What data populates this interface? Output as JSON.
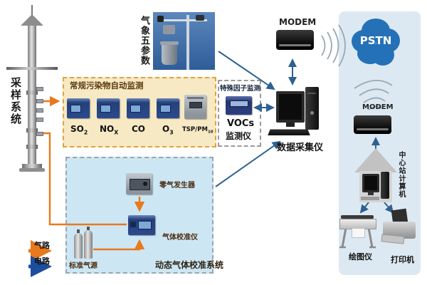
{
  "sampling": {
    "label": "采样系统"
  },
  "weather": {
    "label": "气象五参数"
  },
  "analyzer_box": {
    "title": "常规污染物自动监测",
    "instruments": [
      {
        "label": "SO",
        "sub": "2"
      },
      {
        "label": "NO",
        "sub": "X"
      },
      {
        "label": "CO",
        "sub": ""
      },
      {
        "label": "O",
        "sub": "3"
      },
      {
        "label": "TSP/PM",
        "sub": "10"
      }
    ]
  },
  "special_box": {
    "title": "特殊因子监测",
    "device_line1": "VOCs",
    "device_line2": "监测仪"
  },
  "data_collector": {
    "label": "数据采集仪"
  },
  "modem_top": {
    "label": "MODEM"
  },
  "pstn": {
    "label": "PSTN"
  },
  "modem_right": {
    "label": "MODEM"
  },
  "central_station": {
    "label": "中心站计算机"
  },
  "plotter": {
    "label": "绘图仪"
  },
  "printer": {
    "label": "打印机"
  },
  "calibration_box": {
    "title": "动态气体校准系统",
    "zero_gas_label": "零气发生器",
    "calibrator_label": "气体校准仪",
    "standard_gas_label": "标准气源"
  },
  "legend": {
    "gas_label": "气路",
    "electric_label": "电路"
  },
  "colors": {
    "gas_line": "#e8791c",
    "electric_line": "#2d6191",
    "legend_electric": "#1d4e9e",
    "pstn_cloud": "#2471b8",
    "right_panel_bg": "#dde9f2",
    "analyzer_box_bg": "#f6e9c4",
    "calibration_box_bg": "#cde6f4"
  }
}
